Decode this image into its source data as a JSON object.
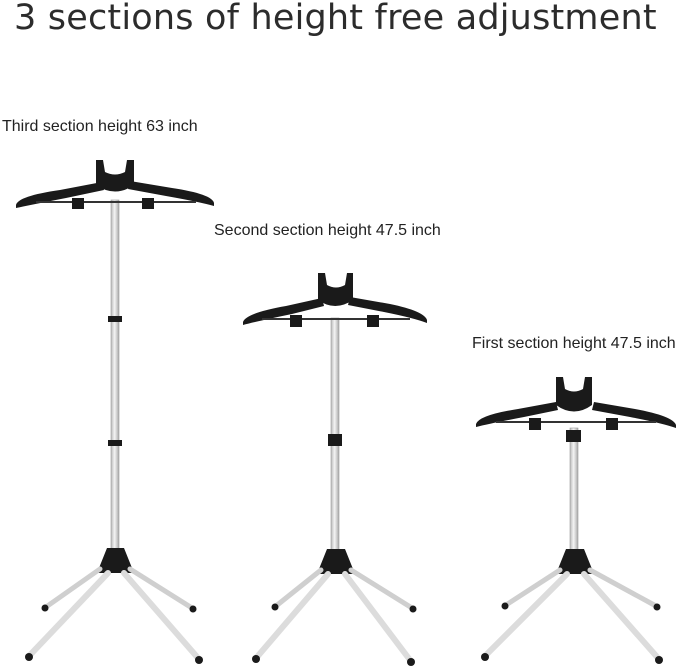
{
  "title": "3 sections of height free adjustment",
  "stands": [
    {
      "label": "Third section height  63 inch"
    },
    {
      "label": "Second section height  47.5 inch"
    },
    {
      "label": "First section height  47.5 inch"
    }
  ],
  "colors": {
    "hanger": "#1a1a1a",
    "pole": "#e6e6e6",
    "pole_edge": "#9a9a9a",
    "text": "#222222"
  }
}
